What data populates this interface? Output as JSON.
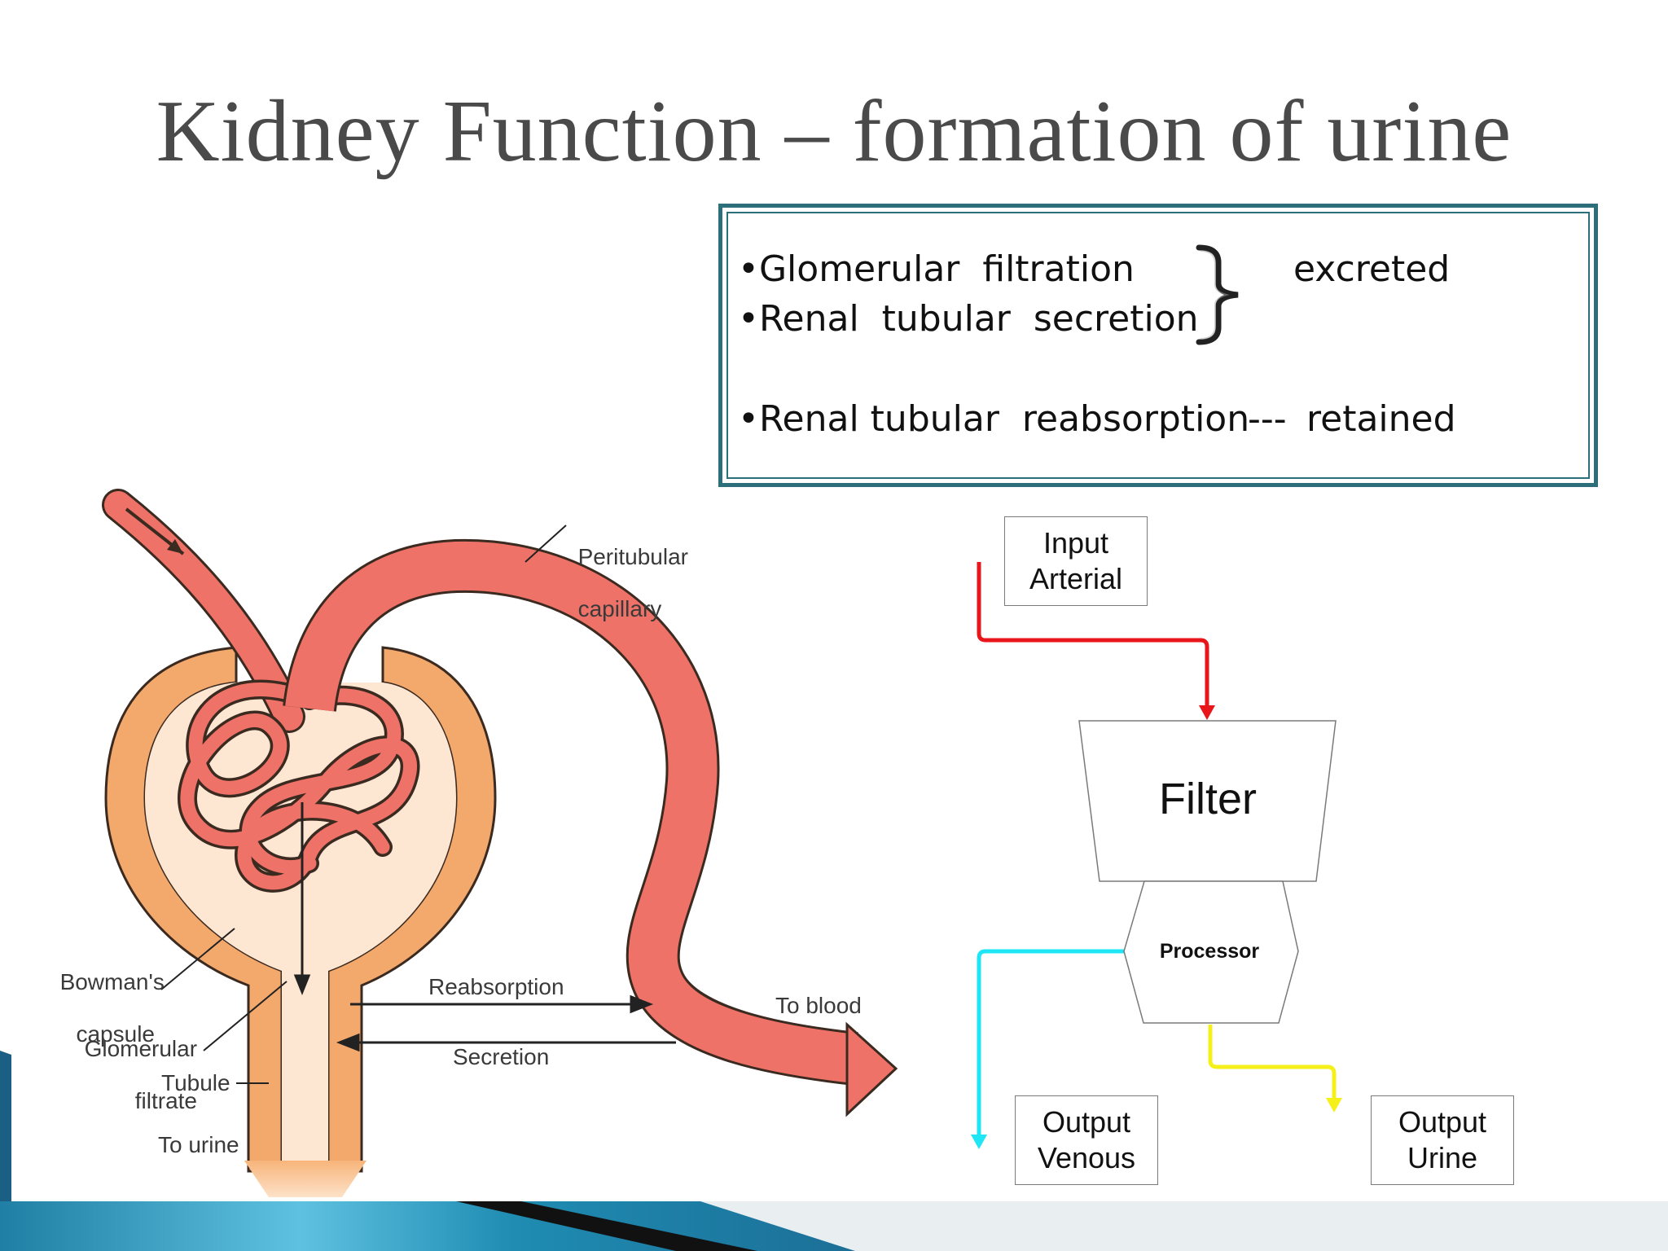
{
  "slide": {
    "title": "Kidney Function – formation of urine"
  },
  "summary": {
    "line1": "•Glomerular  filtration",
    "line2": "•Renal  tubular  secretion",
    "excreted": "excreted",
    "line3_left": "•Renal tubular  reabsorption",
    "line3_sep": "---",
    "retained": "retained"
  },
  "nephron": {
    "peritubular_line1": "Peritubular",
    "peritubular_line2": "capillary",
    "bowmans_line1": "Bowman's",
    "bowmans_line2": "capsule",
    "filtrate_line1": "Glomerular",
    "filtrate_line2": "filtrate",
    "tubule": "Tubule",
    "to_urine": "To urine",
    "reabsorption": "Reabsorption",
    "secretion": "Secretion",
    "to_blood": "To blood"
  },
  "flowchart": {
    "input_line1": "Input",
    "input_line2": "Arterial",
    "filter": "Filter",
    "processor": "Processor",
    "venous_line1": "Output",
    "venous_line2": "Venous",
    "urine_line1": "Output",
    "urine_line2": "Urine"
  },
  "colors": {
    "arterial": "#e8161b",
    "venous": "#1ee6f5",
    "urine": "#f5f01a",
    "vessel": "#ef7268",
    "capsule": "#f3a86c",
    "frame": "#2c6e7a"
  }
}
